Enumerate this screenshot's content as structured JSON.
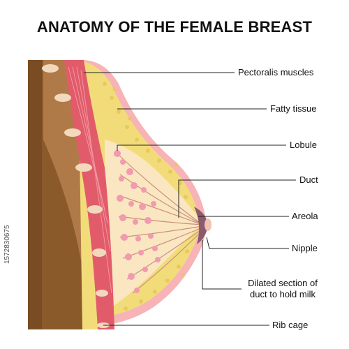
{
  "title": "ANATOMY OF THE FEMALE BREAST",
  "labels": {
    "pectoralis": "Pectoralis muscles",
    "fatty": "Fatty tissue",
    "lobule": "Lobule",
    "duct": "Duct",
    "areola": "Areola",
    "nipple": "Nipple",
    "dilated_line1": "Dilated section of",
    "dilated_line2": "duct to hold milk",
    "ribcage": "Rib cage"
  },
  "watermark": "1572830675",
  "colors": {
    "chest_wall": "#8a5a2b",
    "rib": "#f3d9bc",
    "muscle": "#e25b6b",
    "fat": "#f2dc7a",
    "skin": "#f7b3b6",
    "lobule": "#f19ab0",
    "areola": "#8c5a6d"
  }
}
